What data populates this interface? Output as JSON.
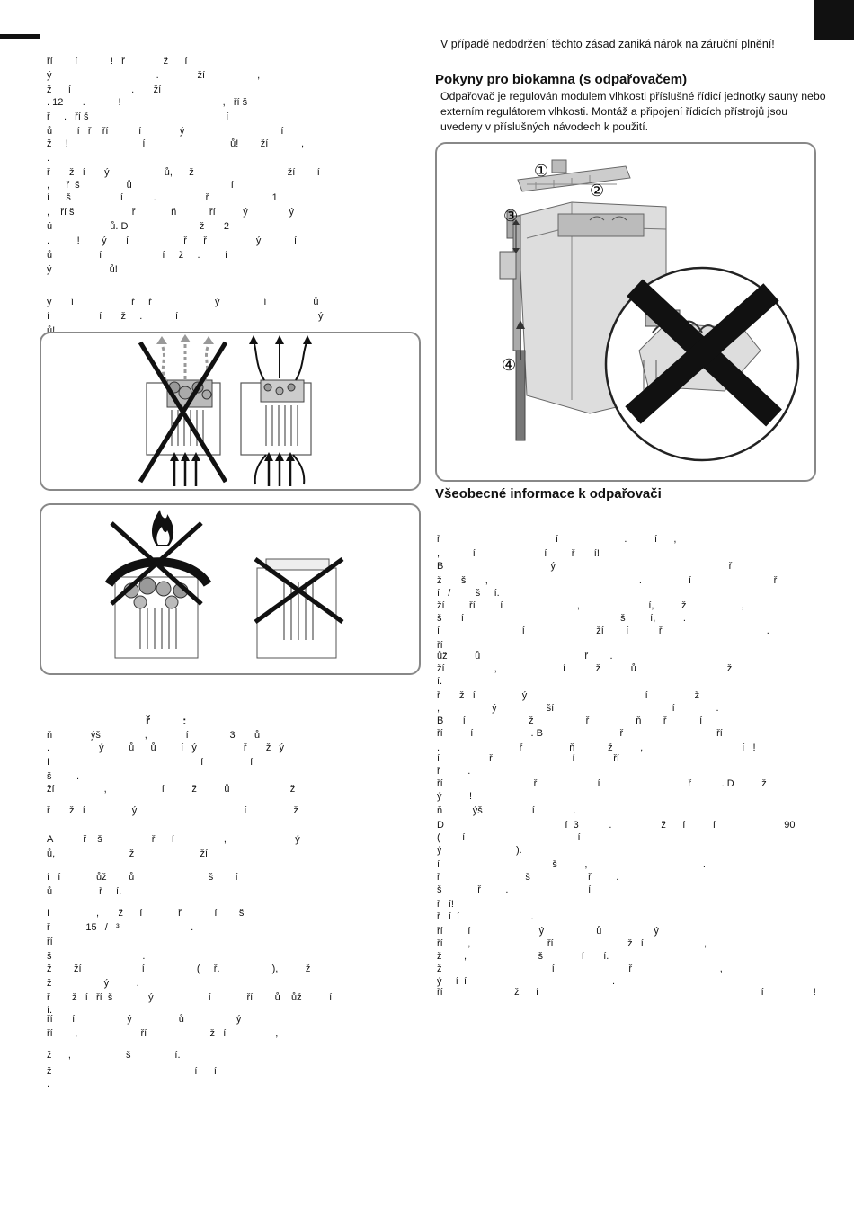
{
  "header": {
    "warning": "V případě nedodržení těchto zásad zaniká nárok na záruční plnění!"
  },
  "biokamna": {
    "title": "Pokyny pro biokamna (s odpařovačem)",
    "text": [
      "Odpařovač je regulován modulem vlhkosti příslušné řídicí jednotky sauny nebo",
      "externím regulátorem vlhkosti. Montáž a připojení řídicích přístrojů jsou",
      "uvedeny v příslušných návodech k použití."
    ]
  },
  "figure_labels": [
    "①",
    "②",
    "③",
    "④"
  ],
  "general": {
    "title": "Všeobecné informace k odpařovači"
  },
  "left_heading_fragment": "ř          :",
  "left_fragments": [
    "ří        í            !   ř              ž      í",
    "ý                                      .              ží                   ,",
    "ž      í                      .       ží",
    ". 12       .            !                                     ,   ří š",
    "ř     .   ří š                                                  í",
    "ů         í   ř    ří           í              ý                                   í",
    "ž     !                           í                               ů!        ží            ,",
    ".",
    "ř       ž   í       ý                    ů,      ž                                  ží        í",
    ",      ř  š                 ů                                    í",
    "í      š                  í           .                  ř                       1",
    ",    ří š                     ř             ň            ří          ý               ý",
    "ú                     ů. D                          ž       2",
    ".          !        ý       í                    ř      ř                  ý            í",
    "ů                 í                      í     ž     .         í",
    "ý                     ů!",
    "ý       í                     ř     ř                       ý                í                 ů",
    "í                  í       ž     .            í                                                   ý",
    "ů!"
  ],
  "left_fragments2": [
    "ň              ýš                ,              í               3       ů",
    ".                  ý         ů      ů         í   ý                 ř       ž   ý",
    "í                                                       í                 í",
    "š         .",
    "ží                  ,                    í          ž          ů                      ž",
    "ř       ž   í                 ý                                       í                 ž",
    "A           ř    š                  ř      í                  ,                         ý",
    "ů,                           ž                        ží",
    "í   í             ůž        ů                           š        í",
    "ů                 ř     í.",
    "í                 ,       ž      í             ř            í        š",
    "ř             15   /   ³                          .",
    "ří",
    "š                                 .",
    "ž        ží                      í                   (     ř.                   ),          ž",
    "ž                   ý          .",
    "ř        ž   í   ří  š             ý                    í             ří        ů    ůž          í",
    "í.",
    "ří       í                   ý                 ů                   ý",
    "ří        ,                       ří                       ž   í                  ,",
    "ž      ,                    š                í.",
    "ž                                                    í      í",
    "."
  ],
  "right_fragments": [
    "ř                                          í                        .          í      ,",
    ",            í                         í         ř       í!",
    "B                                       ý                                                               ř",
    "ž       š       ,                                                       .                 í                              ř",
    "í   /         š     í.",
    "ží         ří         í                           ,                         í,          ž                    ,",
    "š       í                                                         š         í,          .",
    "í                              í                          ží        í           ř                                      .",
    "ří",
    "ůž          ů                                      ř        .",
    "ží                  ,                        í           ž           ů                                 ž",
    "í.",
    "ř       ž   í                 ý                                           í                 ž",
    ",                   ý                  ší                                           í               .",
    "B       í                       ž                   ř                 ň        ř            í",
    "ří          í                     . B                            ř                                  ří",
    ".                             ř                 ň            ž          ,                                    í   !",
    "í                  ř                             í              ří",
    "ř          .",
    "ří                                 ř                      í                                ř           . D          ž",
    "ý          !",
    "ň           ýš                  í              .",
    "D                                            í  3           .                  ž      í          í                         90",
    "(        í                                         í",
    "ý                           ).",
    "í                                         š          ,                                          .",
    "ř                               š                     ř         .",
    "š             ř         .                             í",
    "ř   í!",
    "ř   í  í                          .",
    "ří         í                         ý                   ů                   ý",
    "ří         ,                            ří                           ž   í                      ,",
    "ž        ,                          š              í       í.",
    "ž                                        í                           ř                                ,",
    "ý     í  í                                                     .",
    "ří                          ž      í                                                                                 í                  !"
  ]
}
